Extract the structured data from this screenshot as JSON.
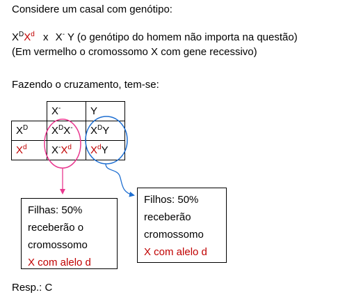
{
  "intro": "Considere um casal com genótipo:",
  "genotype": {
    "mother": [
      {
        "base": "X",
        "sup": "D",
        "red": false
      },
      {
        "base": "X",
        "sup": "d",
        "red": true
      }
    ],
    "x_symbol": "x",
    "father": [
      {
        "base": "X",
        "sup": "-",
        "red": false
      },
      {
        "base": "Y",
        "sup": "",
        "red": false
      }
    ],
    "note": "(o genótipo do homem não importa na questão)"
  },
  "legend": "(Em vermelho o cromossomo X com gene recessivo)",
  "cross_title": "Fazendo o cruzamento, tem-se:",
  "punnett": {
    "header": [
      {
        "base": "X",
        "sup": "-"
      },
      {
        "base": "Y",
        "sup": ""
      }
    ],
    "rows": [
      {
        "label": {
          "base": "X",
          "sup": "D",
          "red": false
        },
        "cells": [
          [
            {
              "base": "X",
              "sup": "D",
              "red": false
            },
            {
              "base": "X",
              "sup": "-",
              "red": false
            }
          ],
          [
            {
              "base": "X",
              "sup": "D",
              "red": false
            },
            {
              "base": "Y",
              "sup": "",
              "red": false
            }
          ]
        ]
      },
      {
        "label": {
          "base": "X",
          "sup": "d",
          "red": true
        },
        "cells": [
          [
            {
              "base": "X",
              "sup": "-",
              "red": false
            },
            {
              "base": "X",
              "sup": "d",
              "red": true
            }
          ],
          [
            {
              "base": "X",
              "sup": "d",
              "red": true
            },
            {
              "base": "Y",
              "sup": "",
              "red": false
            }
          ]
        ]
      }
    ]
  },
  "daughters_box": {
    "lines": [
      "Filhas: 50%",
      "receberão o",
      "cromossomo"
    ],
    "highlight": "X com alelo d"
  },
  "sons_box": {
    "lines": [
      "Filhos: 50%",
      "receberão",
      "cromossomo"
    ],
    "highlight": "X com alelo d"
  },
  "answer": "Resp.: C",
  "colors": {
    "text": "#000000",
    "recessive": "#c00000",
    "daughters_marker": "#e9388f",
    "sons_marker": "#1f6fd1"
  }
}
